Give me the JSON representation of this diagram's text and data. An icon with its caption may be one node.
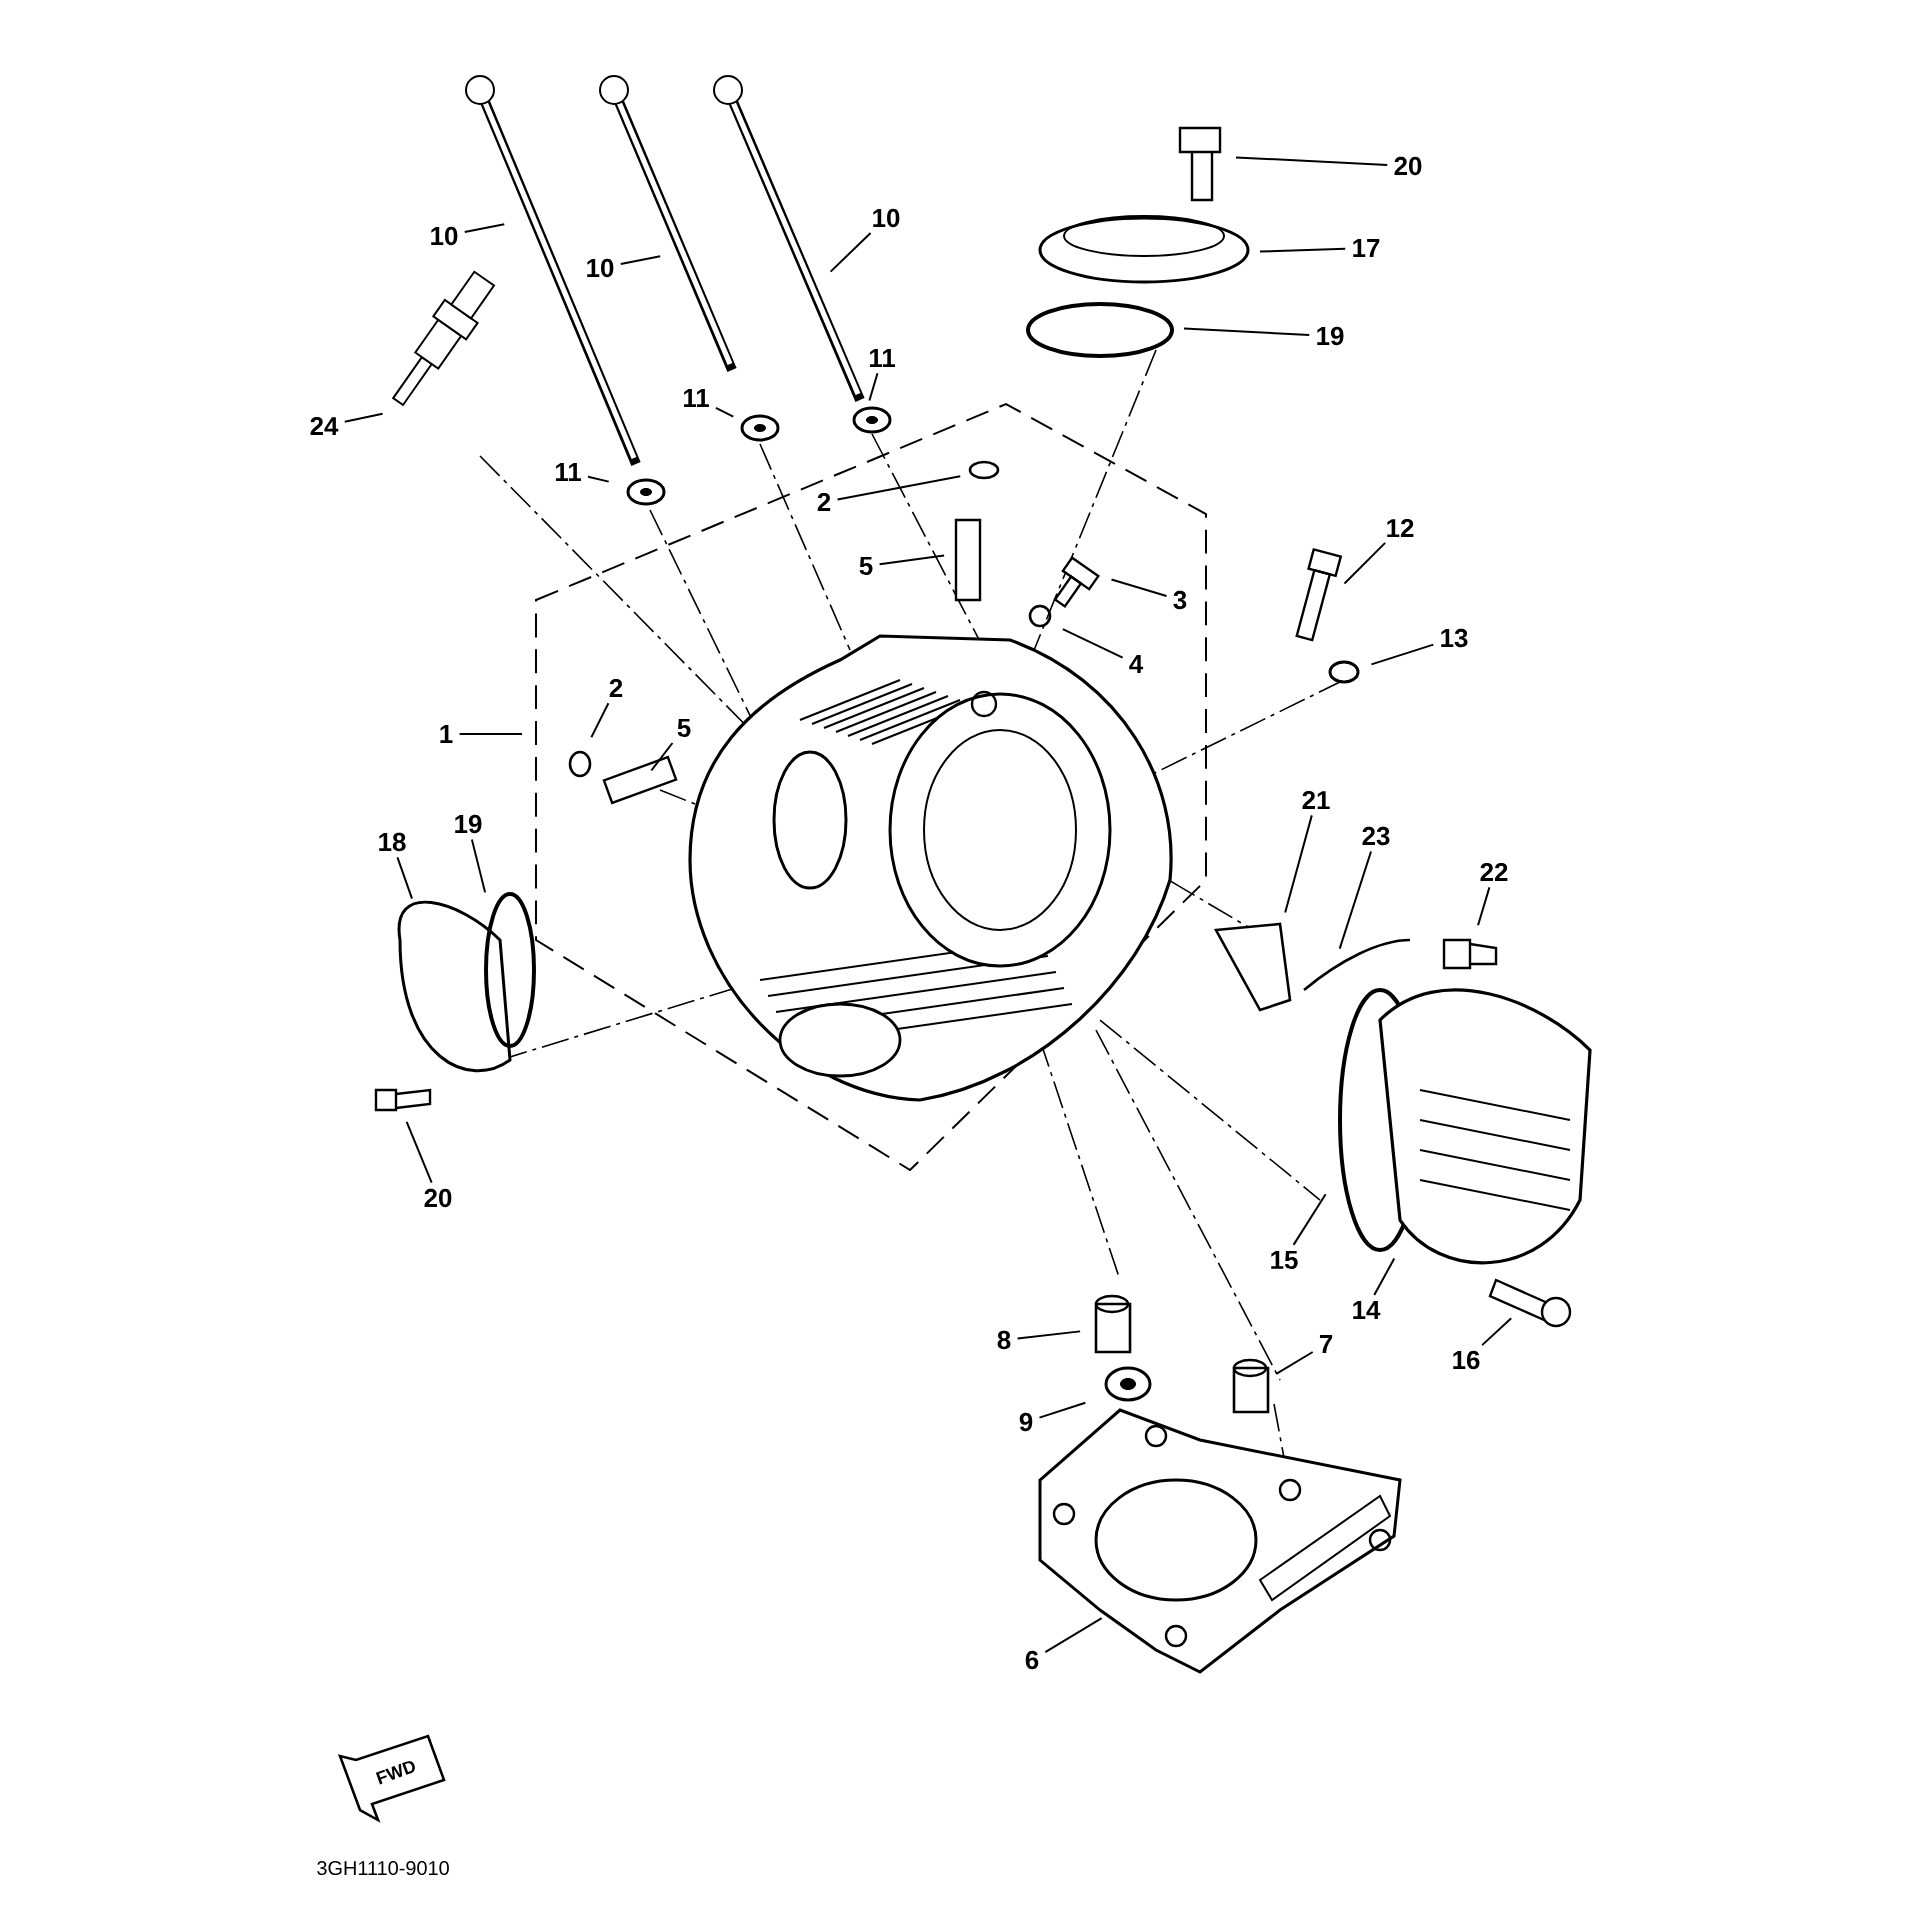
{
  "diagram": {
    "nodes": [
      {
        "text": [
          "10"
        ]
      },
      {
        "text": [
          "10"
        ]
      },
      {
        "text": [
          "10"
        ]
      },
      {
        "text": [
          "24"
        ]
      },
      {
        "text": [
          "11"
        ]
      },
      {
        "text": [
          "11"
        ]
      },
      {
        "text": [
          "11"
        ]
      },
      {
        "text": [
          "20"
        ]
      },
      {
        "text": [
          "17"
        ]
      },
      {
        "text": [
          "19"
        ]
      },
      {
        "text": [
          "2"
        ]
      },
      {
        "text": [
          "5"
        ]
      },
      {
        "text": [
          "3"
        ]
      },
      {
        "text": [
          "4"
        ]
      },
      {
        "text": [
          "12"
        ]
      },
      {
        "text": [
          "13"
        ]
      },
      {
        "text": [
          "1"
        ]
      },
      {
        "text": [
          "2"
        ]
      },
      {
        "text": [
          "5"
        ]
      },
      {
        "text": [
          "18"
        ]
      },
      {
        "text": [
          "19"
        ]
      },
      {
        "text": [
          "21"
        ]
      },
      {
        "text": [
          "23"
        ]
      },
      {
        "text": [
          "22"
        ]
      },
      {
        "text": [
          "20"
        ]
      },
      {
        "text": [
          "15"
        ]
      },
      {
        "text": [
          "14"
        ]
      },
      {
        "text": [
          "16"
        ]
      },
      {
        "text": [
          "8"
        ]
      },
      {
        "text": [
          "7"
        ]
      },
      {
        "text": [
          "9"
        ]
      },
      {
        "text": [
          "6"
        ]
      }
    ],
    "edges": [
      {
        "from": 0,
        "to": null,
        "arrow": "none"
      },
      {
        "from": 1,
        "to": null,
        "arrow": "none"
      },
      {
        "from": 2,
        "to": null,
        "arrow": "none"
      },
      {
        "from": 3,
        "to": null,
        "arrow": "none"
      },
      {
        "from": 4,
        "to": null,
        "arrow": "none"
      },
      {
        "from": 5,
        "to": null,
        "arrow": "none"
      },
      {
        "from": 6,
        "to": null,
        "arrow": "none"
      },
      {
        "from": 7,
        "to": null,
        "arrow": "none"
      },
      {
        "from": 8,
        "to": null,
        "arrow": "none"
      },
      {
        "from": 9,
        "to": null,
        "arrow": "none"
      },
      {
        "from": 10,
        "to": null,
        "arrow": "none"
      },
      {
        "from": 11,
        "to": null,
        "arrow": "none"
      },
      {
        "from": 12,
        "to": null,
        "arrow": "none"
      },
      {
        "from": 13,
        "to": null,
        "arrow": "none"
      },
      {
        "from": 14,
        "to": null,
        "arrow": "none"
      },
      {
        "from": 15,
        "to": null,
        "arrow": "none"
      },
      {
        "from": 16,
        "to": null,
        "arrow": "none"
      },
      {
        "from": 17,
        "to": null,
        "arrow": "none"
      },
      {
        "from": 18,
        "to": null,
        "arrow": "none"
      },
      {
        "from": 19,
        "to": null,
        "arrow": "none"
      },
      {
        "from": 20,
        "to": null,
        "arrow": "none"
      },
      {
        "from": 21,
        "to": null,
        "arrow": "none"
      },
      {
        "from": 22,
        "to": null,
        "arrow": "none"
      },
      {
        "from": 23,
        "to": null,
        "arrow": "none"
      },
      {
        "from": 24,
        "to": null,
        "arrow": "none"
      },
      {
        "from": 25,
        "to": null,
        "arrow": "none"
      },
      {
        "from": 26,
        "to": null,
        "arrow": "none"
      },
      {
        "from": 27,
        "to": null,
        "arrow": "none"
      },
      {
        "from": 28,
        "to": null,
        "arrow": "none"
      },
      {
        "from": 29,
        "to": null,
        "arrow": "none"
      },
      {
        "from": 30,
        "to": null,
        "arrow": "none"
      },
      {
        "from": 31,
        "to": null,
        "arrow": "none"
      }
    ],
    "labels": [
      "FWD",
      "3GH1110-9010"
    ]
  }
}
